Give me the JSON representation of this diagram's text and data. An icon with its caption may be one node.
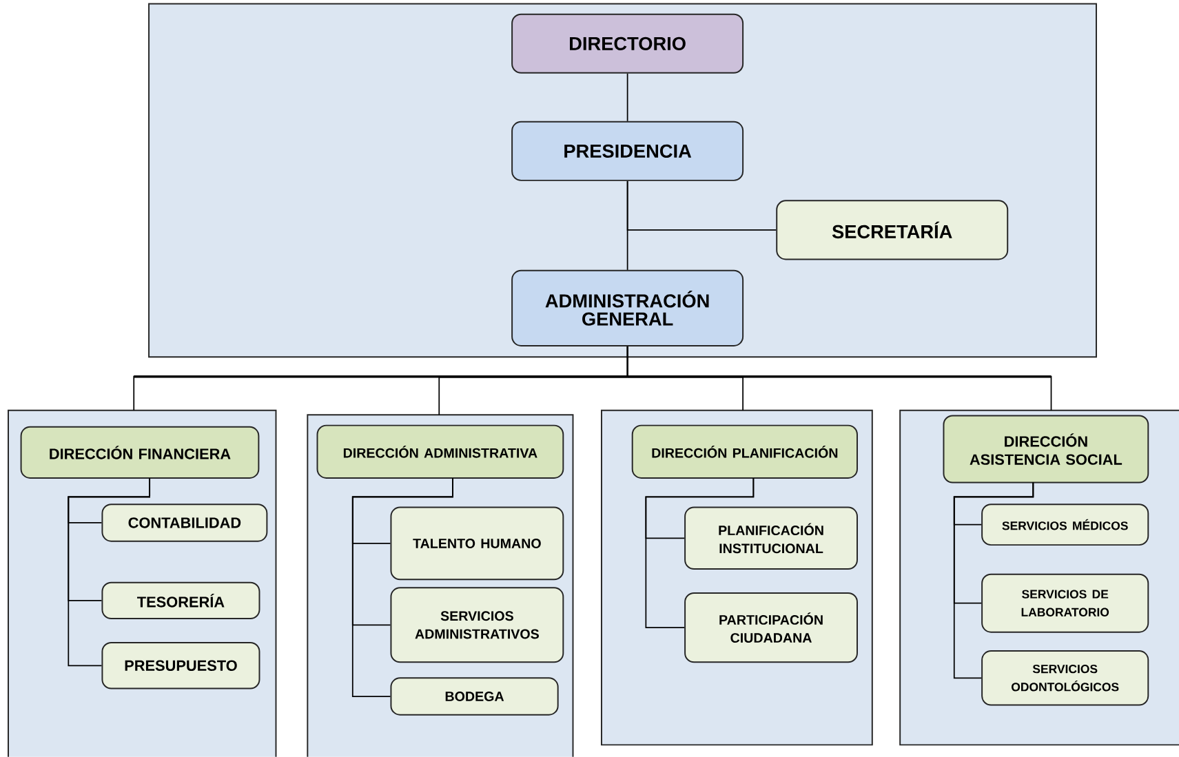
{
  "diagram": {
    "nodes": [
      {
        "text": [],
        "shape": "box"
      },
      {
        "text": [
          "DIRECTORIO"
        ],
        "in": 0
      },
      {
        "text": [
          "PRESIDENCIA"
        ],
        "in": 0
      },
      {
        "text": [
          "SECRETARÍA"
        ],
        "in": 0
      },
      {
        "text": [
          "ADMINISTRACIÓN GENERAL"
        ],
        "in": 0
      },
      {
        "text": [],
        "shape": "box"
      },
      {
        "text": [
          "DIRECCIÓN FINANCIERA"
        ],
        "in": 5
      },
      {
        "text": [
          "CONTABILIDAD"
        ],
        "in": 5
      },
      {
        "text": [
          "TESORERÍA"
        ],
        "in": 5
      },
      {
        "text": [
          "PRESUPUESTO"
        ],
        "in": 5
      },
      {
        "text": [],
        "shape": "box"
      },
      {
        "text": [
          "DIRECCIÓN ADMINISTRATIVA"
        ],
        "in": 10
      },
      {
        "text": [
          "TALENTO HUMANO"
        ],
        "in": 10
      },
      {
        "text": [
          "SERVICIOS ADMINISTRATIVOS"
        ],
        "in": 10
      },
      {
        "text": [
          "BODEGA"
        ],
        "in": 10
      },
      {
        "text": [],
        "shape": "box"
      },
      {
        "text": [
          "DIRECCIÓN PLANIFICACIÓN"
        ],
        "in": 15
      },
      {
        "text": [
          "PLANIFICACIÓN INSTITUCIONAL"
        ],
        "in": 15
      },
      {
        "text": [
          "PARTICIPACIÓN CIUDADANA"
        ],
        "in": 15
      },
      {
        "text": [],
        "shape": "box"
      },
      {
        "text": [
          "DIRECCIÓN ASISTENCIA SOCIAL"
        ],
        "in": 19
      },
      {
        "text": [
          "SERVICIOS MÉDICOS"
        ],
        "in": 19
      },
      {
        "text": [
          "SERVICIOS DE LABORATORIO"
        ],
        "in": 19
      },
      {
        "text": [
          "SERVICIOS ODONTOLÓGICOS"
        ],
        "in": 19
      }
    ],
    "edges": [
      {
        "from": 1,
        "to": 2,
        "arrow": "none"
      },
      {
        "from": 2,
        "to": 4,
        "arrow": "none"
      },
      {
        "from": 2,
        "to": 3,
        "arrow": "none"
      },
      {
        "from": 4,
        "to": 5,
        "arrow": "none"
      },
      {
        "from": 4,
        "to": 10,
        "arrow": "none"
      },
      {
        "from": 4,
        "to": 15,
        "arrow": "none"
      },
      {
        "from": 4,
        "to": 19,
        "arrow": "none"
      },
      {
        "from": 6,
        "to": 7,
        "arrow": "none"
      },
      {
        "from": 6,
        "to": 8,
        "arrow": "none"
      },
      {
        "from": 6,
        "to": 9,
        "arrow": "none"
      },
      {
        "from": 11,
        "to": 12,
        "arrow": "none"
      },
      {
        "from": 11,
        "to": 13,
        "arrow": "none"
      },
      {
        "from": 11,
        "to": 14,
        "arrow": "none"
      },
      {
        "from": 16,
        "to": 17,
        "arrow": "none"
      },
      {
        "from": 16,
        "to": 18,
        "arrow": "none"
      },
      {
        "from": 20,
        "to": 21,
        "arrow": "none"
      },
      {
        "from": 20,
        "to": 22,
        "arrow": "none"
      },
      {
        "from": 20,
        "to": 23,
        "arrow": "none"
      }
    ]
  }
}
